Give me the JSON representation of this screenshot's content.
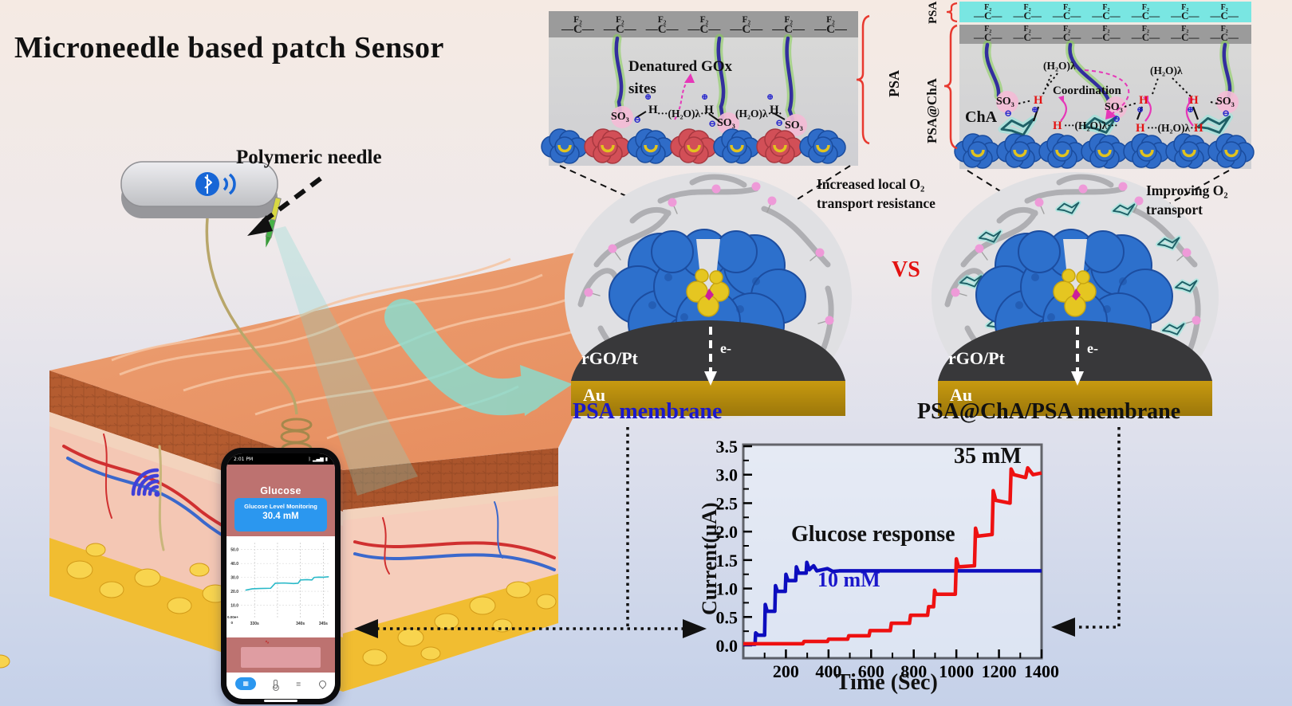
{
  "title": "Microneedle based patch Sensor",
  "skin": {
    "needle_label": "Polymeric needle"
  },
  "tokens": {
    "so3": "SO₃",
    "minus": "⊖",
    "plus": "⊕",
    "h": "H",
    "water_l1": "···(H₂O)λ····",
    "water_l2": "(H₂O)λ····",
    "water": "(H₂O)λ",
    "water_dots": "····(H₂O)λ····",
    "water_dots2": "···(H₂O)λ···"
  },
  "membrane_left": {
    "chain_top": "F₂",
    "chain_bottom": "C",
    "chain_count": 7,
    "denatured": "Denatured GOx sites",
    "brace": "PSA",
    "bottom_label": "PSA membrane",
    "note_line1": "Increased local O₂",
    "note_line2": "transport resistance",
    "protein_pattern": [
      "blue",
      "red",
      "blue",
      "red",
      "blue",
      "red",
      "blue"
    ]
  },
  "membrane_right": {
    "chain_top": "F₂",
    "chain_bottom": "C",
    "chain_count": 7,
    "brace_top": "PSA",
    "brace": "PSA@ChA",
    "cha": "ChA",
    "coordination": "Coordination",
    "bottom_label": "PSA@ChA/PSA membrane",
    "note_line1": "Improving O₂",
    "note_line2": "transport",
    "protein_pattern": [
      "blue",
      "blue",
      "blue",
      "blue",
      "blue",
      "blue",
      "blue"
    ]
  },
  "electrode": {
    "layer": "rGO/Pt",
    "substrate": "Au",
    "electron": "e-"
  },
  "vs": "VS",
  "chart_data": {
    "type": "line",
    "title": "Glucose response",
    "xlabel": "Time (Sec)",
    "ylabel": "Current(µA)",
    "xlim": [
      0,
      1400
    ],
    "ylim": [
      0,
      3.5
    ],
    "x_ticks": [
      200,
      400,
      600,
      800,
      1000,
      1200,
      1400
    ],
    "y_ticks": [
      0.0,
      0.5,
      1.0,
      1.5,
      2.0,
      2.5,
      3.0,
      3.5
    ],
    "grid": false,
    "legend_position": "inline",
    "series": [
      {
        "name": "10 mM",
        "color": "#0d0dbe",
        "points": [
          [
            0,
            0.02
          ],
          [
            55,
            0.02
          ],
          [
            58,
            0.22
          ],
          [
            70,
            0.18
          ],
          [
            100,
            0.18
          ],
          [
            103,
            0.72
          ],
          [
            112,
            0.6
          ],
          [
            148,
            0.6
          ],
          [
            151,
            1.05
          ],
          [
            160,
            0.95
          ],
          [
            197,
            0.95
          ],
          [
            200,
            1.25
          ],
          [
            210,
            1.14
          ],
          [
            246,
            1.14
          ],
          [
            249,
            1.38
          ],
          [
            260,
            1.27
          ],
          [
            295,
            1.27
          ],
          [
            298,
            1.46
          ],
          [
            310,
            1.33
          ],
          [
            330,
            1.4
          ],
          [
            345,
            1.31
          ],
          [
            395,
            1.35
          ],
          [
            420,
            1.3
          ],
          [
            450,
            1.31
          ],
          [
            1400,
            1.31
          ]
        ]
      },
      {
        "name": "35 mM",
        "color": "#ee1111",
        "points": [
          [
            0,
            0.03
          ],
          [
            280,
            0.03
          ],
          [
            285,
            0.07
          ],
          [
            395,
            0.07
          ],
          [
            400,
            0.11
          ],
          [
            490,
            0.11
          ],
          [
            495,
            0.17
          ],
          [
            590,
            0.17
          ],
          [
            595,
            0.26
          ],
          [
            690,
            0.26
          ],
          [
            695,
            0.39
          ],
          [
            780,
            0.39
          ],
          [
            785,
            0.53
          ],
          [
            865,
            0.53
          ],
          [
            870,
            0.68
          ],
          [
            893,
            0.68
          ],
          [
            898,
            0.97
          ],
          [
            905,
            0.9
          ],
          [
            995,
            0.9
          ],
          [
            1000,
            1.52
          ],
          [
            1010,
            1.38
          ],
          [
            1085,
            1.4
          ],
          [
            1090,
            2.06
          ],
          [
            1100,
            1.92
          ],
          [
            1168,
            1.95
          ],
          [
            1173,
            2.72
          ],
          [
            1185,
            2.55
          ],
          [
            1252,
            2.5
          ],
          [
            1257,
            3.1
          ],
          [
            1270,
            3.0
          ],
          [
            1325,
            2.95
          ],
          [
            1335,
            3.12
          ],
          [
            1360,
            3.0
          ],
          [
            1400,
            3.03
          ]
        ]
      }
    ]
  },
  "phone": {
    "status_time": "2:01 PM",
    "status_icons": "ᛒ ▂▄▆ ▮",
    "app_title": "Glucose",
    "card_title": "Glucose Level Monitoring",
    "card_value": "30.4 mM",
    "chart": {
      "type": "line",
      "color": "#2ab9c8",
      "y_tick_labels": [
        "50.0",
        "40.0",
        "30.0",
        "20.0",
        "10.0"
      ],
      "y_tick_vals": [
        50,
        40,
        30,
        20,
        10
      ],
      "y_zero_label": "0.00e+",
      "y_zero_label2": "0",
      "x_tick_labels": [
        "330s",
        "340s",
        "345s"
      ],
      "x_tick_vals": [
        330,
        340,
        345
      ],
      "x_grid": [
        330,
        335,
        340,
        345
      ],
      "xlim": [
        327,
        346.5
      ],
      "ylim": [
        0,
        55
      ],
      "points": [
        [
          328,
          20.8
        ],
        [
          329.5,
          21.8
        ],
        [
          331,
          22
        ],
        [
          333.5,
          22.2
        ],
        [
          334.5,
          25.8
        ],
        [
          336.5,
          26
        ],
        [
          338.5,
          25.6
        ],
        [
          339.5,
          25.8
        ],
        [
          340,
          28.2
        ],
        [
          341.5,
          28.4
        ],
        [
          342.5,
          28.2
        ],
        [
          343,
          30
        ],
        [
          344,
          30.2
        ],
        [
          345,
          30.1
        ],
        [
          346.2,
          30.5
        ]
      ]
    }
  }
}
